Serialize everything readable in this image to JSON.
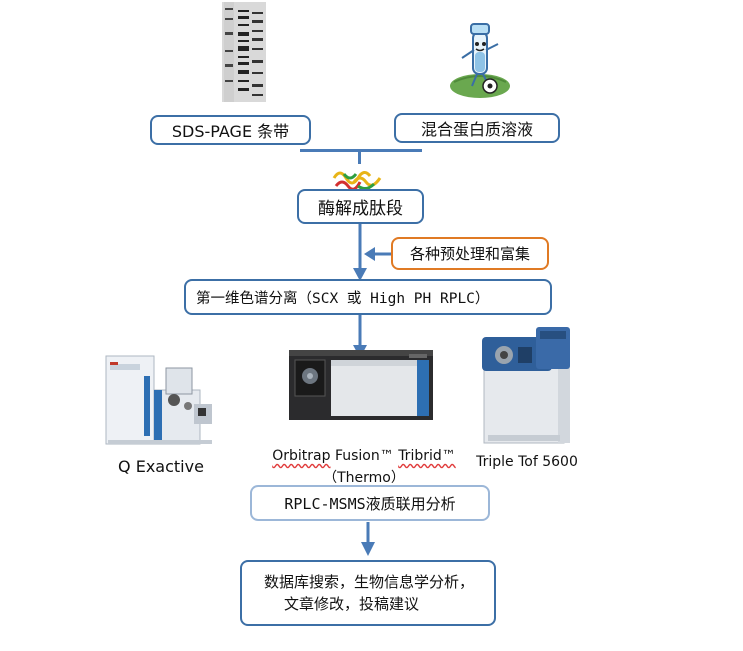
{
  "boxes": {
    "sds_page": "SDS-PAGE 条带",
    "protein_mix": "混合蛋白质溶液",
    "digest": "酶解成肽段",
    "pretreat": "各种预处理和富集",
    "first_dim": "第一维色谱分离（SCX 或 High PH RPLC）",
    "rplc_msms": "RPLC-MSMS液质联用分析",
    "bioinfo_line1": "数据库搜索，生物信息学分析，",
    "bioinfo_line2": "文章修改，投稿建议"
  },
  "instruments": {
    "q_exactive": "Q Exactive",
    "orbitrap_name": "Orbitrap",
    "orbitrap_rest": " Fusion™ ",
    "orbitrap_tribrid": "Tribrid™",
    "orbitrap_maker": "（Thermo）",
    "triple_tof": "Triple Tof 5600"
  },
  "colors": {
    "box_border": "#3c6fa6",
    "pretreat_border": "#e07a24",
    "arrow": "#4a7bb7"
  }
}
